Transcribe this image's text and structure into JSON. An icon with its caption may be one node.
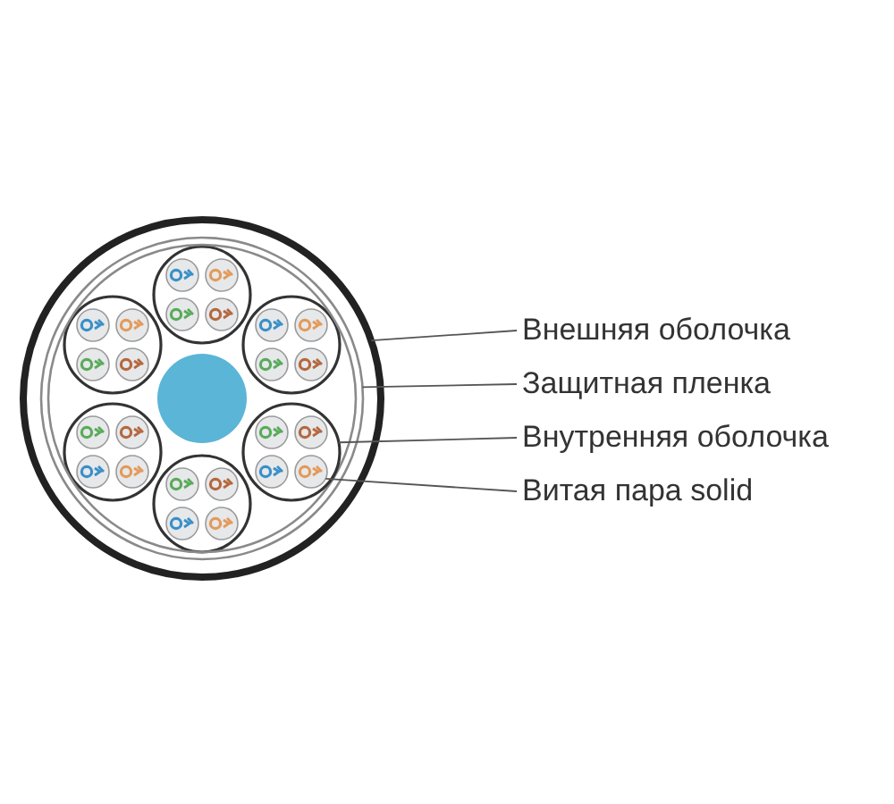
{
  "diagram": {
    "nodes": [
      {
        "text": [
          "Внешняя оболочка"
        ]
      },
      {
        "text": [
          "Защитная пленка"
        ]
      },
      {
        "text": [
          "Внутренняя оболочка"
        ]
      },
      {
        "text": [
          "Витая пара solid"
        ]
      },
      {
        "text": [],
        "shape": "circle"
      },
      {
        "text": [],
        "shape": "circle",
        "in": 4
      },
      {
        "text": [],
        "shape": "circle",
        "in": 5
      },
      {
        "text": [],
        "shape": "circle",
        "in": 6
      }
    ],
    "edges": [
      {
        "from": 0,
        "to": 4,
        "arrow": "none"
      },
      {
        "from": 1,
        "to": 5,
        "arrow": "none"
      },
      {
        "from": 2,
        "to": 6,
        "arrow": "none"
      },
      {
        "from": 3,
        "to": 7,
        "arrow": "none"
      }
    ]
  }
}
